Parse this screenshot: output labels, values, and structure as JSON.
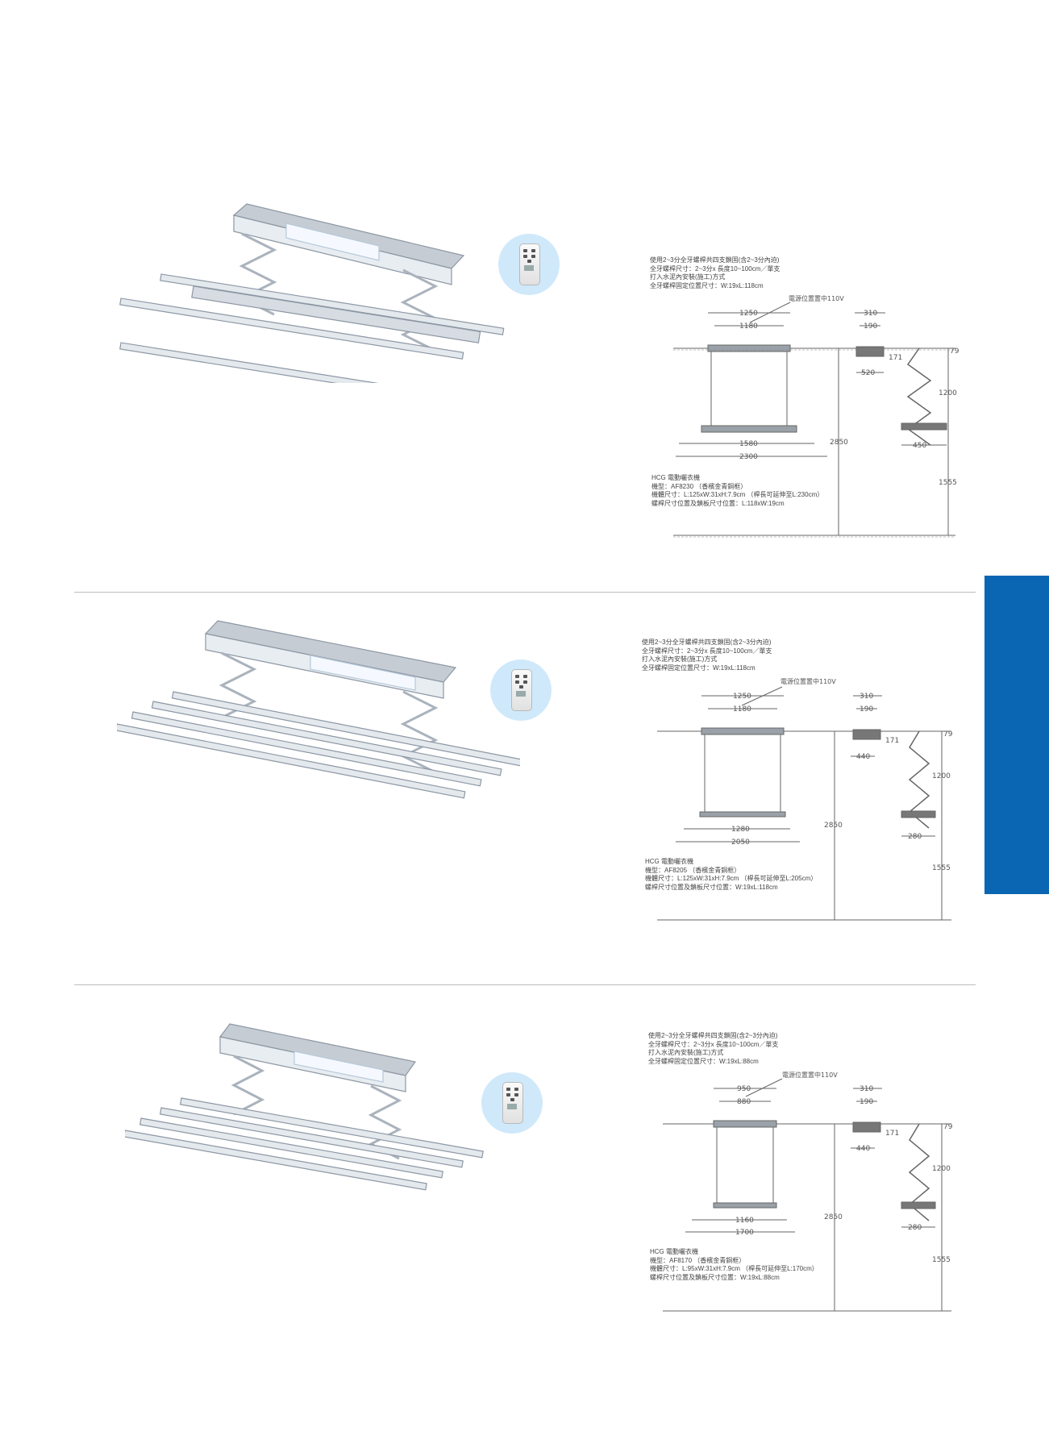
{
  "models": [
    {
      "notes": [
        "使用2~3分全牙螺桿共四支鎖固(含2~3分內迫)",
        "全牙螺桿尺寸：2~3分x 長度10~100cm／單支",
        "打入水泥內安裝(施工)方式",
        "全牙螺桿固定位置尺寸：W:19xL:118cm"
      ],
      "power_label": "電源位置置中110V",
      "dims": {
        "top_outer": "1250",
        "top_inner": "1180",
        "side_a": "310",
        "side_b": "190",
        "side_h": "171",
        "side_base": "520",
        "ceiling_off": "79",
        "scissor": "1200",
        "bottom_inner": "1580",
        "bottom_outer": "2300",
        "foot": "450",
        "total_h": "2850",
        "floor_h": "1555"
      },
      "brand": "HCG",
      "product_name": "電動曬衣機",
      "spec": [
        "機型：AF8230 （香檳金青銅框）",
        "機體尺寸：L:125xW:31xH:7.9cm （桿長可延伸至L:230cm）",
        "螺桿尺寸位置及鎖板尺寸位置：L:118xW:19cm"
      ]
    },
    {
      "notes": [
        "使用2~3分全牙螺桿共四支鎖固(含2~3分內迫)",
        "全牙螺桿尺寸：2~3分x 長度10~100cm／單支",
        "打入水泥內安裝(施工)方式",
        "全牙螺桿固定位置尺寸：W:19xL:118cm"
      ],
      "power_label": "電源位置置中110V",
      "dims": {
        "top_outer": "1250",
        "top_inner": "1180",
        "side_a": "310",
        "side_b": "190",
        "side_h": "171",
        "side_base": "440",
        "ceiling_off": "79",
        "scissor": "1200",
        "bottom_inner": "1280",
        "bottom_outer": "2050",
        "foot": "280",
        "total_h": "2850",
        "floor_h": "1555"
      },
      "brand": "HCG",
      "product_name": "電動曬衣機",
      "spec": [
        "機型：AF8205 （香檳金青銅框）",
        "機體尺寸：L:125xW:31xH:7.9cm （桿長可延伸至L:205cm）",
        "螺桿尺寸位置及鎖板尺寸位置：W:19xL:118cm"
      ]
    },
    {
      "notes": [
        "使用2~3分全牙螺桿共四支鎖固(含2~3分內迫)",
        "全牙螺桿尺寸：2~3分x 長度10~100cm／單支",
        "打入水泥內安裝(施工)方式",
        "全牙螺桿固定位置尺寸：W:19xL:88cm"
      ],
      "power_label": "電源位置置中110V",
      "dims": {
        "top_outer": "950",
        "top_inner": "880",
        "side_a": "310",
        "side_b": "190",
        "side_h": "171",
        "side_base": "440",
        "ceiling_off": "79",
        "scissor": "1200",
        "bottom_inner": "1160",
        "bottom_outer": "1700",
        "foot": "280",
        "total_h": "2850",
        "floor_h": "1555"
      },
      "brand": "HCG",
      "product_name": "電動曬衣機",
      "spec": [
        "機型：AF8170 （香檳金青銅框）",
        "機體尺寸：L:95xW:31xH:7.9cm （桿長可延伸至L:170cm）",
        "螺桿尺寸位置及鎖板尺寸位置：W:19xL:88cm"
      ]
    }
  ],
  "colors": {
    "accent": "#0a66b3",
    "remote_bg": "#cfe9fb"
  },
  "icons": [
    "remote-control-icon"
  ]
}
